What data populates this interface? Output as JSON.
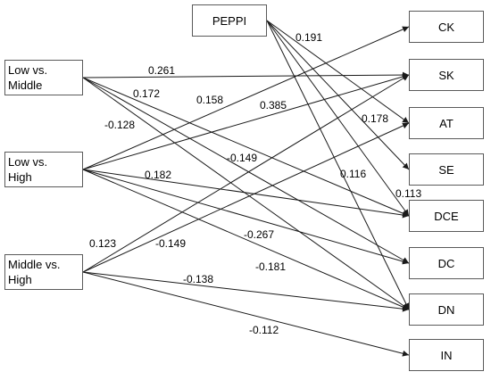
{
  "nodes": {
    "peppi": "PEPPI",
    "low_middle": "Low vs.\nMiddle",
    "low_high": "Low vs.\nHigh",
    "middle_high": "Middle vs.\nHigh",
    "ck": "CK",
    "sk": "SK",
    "at": "AT",
    "se": "SE",
    "dce": "DCE",
    "dc": "DC",
    "dn": "DN",
    "in": "IN"
  },
  "paths": [
    {
      "from": "low_middle",
      "to": "sk",
      "coefficient": "0.261"
    },
    {
      "from": "low_middle",
      "to": "dce",
      "coefficient": "0.172"
    },
    {
      "from": "low_middle",
      "to": "dc",
      "coefficient": "-0.149"
    },
    {
      "from": "low_middle",
      "to": "dn",
      "coefficient": "-0.128"
    },
    {
      "from": "low_high",
      "to": "ck",
      "coefficient": "0.158"
    },
    {
      "from": "low_high",
      "to": "sk",
      "coefficient": "0.385"
    },
    {
      "from": "low_high",
      "to": "dce",
      "coefficient": "0.182"
    },
    {
      "from": "low_high",
      "to": "dn",
      "coefficient": "-0.267"
    },
    {
      "from": "middle_high",
      "to": "at",
      "coefficient": "0.123"
    },
    {
      "from": "middle_high",
      "to": "sk",
      "coefficient": "-0.149"
    },
    {
      "from": "middle_high",
      "to": "dn",
      "coefficient": "-0.138"
    },
    {
      "from": "middle_high",
      "to": "in",
      "coefficient": "-0.112"
    },
    {
      "from": "low_high",
      "to": "dc",
      "coefficient": "-0.181"
    },
    {
      "from": "peppi",
      "to": "at",
      "coefficient": "0.191"
    },
    {
      "from": "peppi",
      "to": "se",
      "coefficient": "0.178"
    },
    {
      "from": "peppi",
      "to": "dce",
      "coefficient": "0.113"
    },
    {
      "from": "peppi",
      "to": "dn",
      "coefficient": "0.116"
    }
  ],
  "colors": {
    "line": "#1a1a1a",
    "box_border": "#5a5a5a",
    "text": "#000000"
  }
}
